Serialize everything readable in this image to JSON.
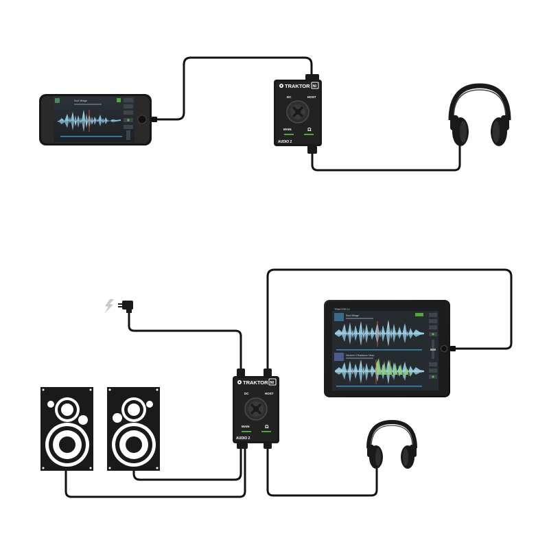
{
  "interface_top": {
    "brand": "TRAKTOR",
    "logo_mark": "NI",
    "model": "AUDIO 2",
    "port_left": "DC",
    "port_right": "HOST",
    "output_a": "MAIN",
    "headphone_symbol": "Ω"
  },
  "interface_bottom": {
    "brand": "TRAKTOR",
    "logo_mark": "NI",
    "model": "AUDIO 2",
    "port_left": "DC",
    "port_right": "HOST",
    "output_a": "MAIN",
    "headphone_symbol": "Ω"
  },
  "iphone_screen": {
    "track_title": "Soul Mirage"
  },
  "ipad_screen": {
    "app_title": "TRAKTOR DJ",
    "deck_a_title": "Soul Mirage",
    "deck_b_title": "Neutron 4 Radiance Deep"
  },
  "colors": {
    "cable": "#111111",
    "device_body": "#1a1a1a",
    "led_green": "#5ac83c",
    "waveform_blue": "#8fc6dc",
    "waveform_green": "#8ed07a"
  },
  "icons": [
    "power-plug-icon",
    "lightning-icon",
    "headphones-icon",
    "speaker-icon",
    "jog-wheel-icon"
  ]
}
